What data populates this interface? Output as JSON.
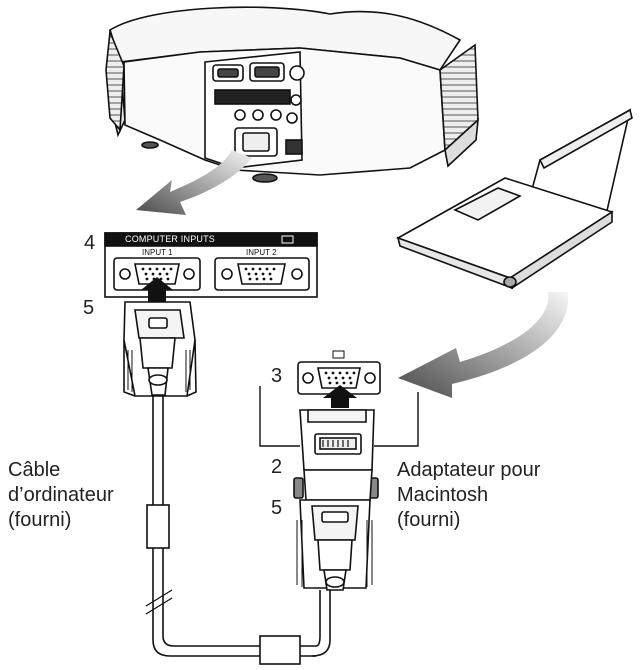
{
  "panel": {
    "title": "COMPUTER INPUTS",
    "input1": "INPUT 1",
    "input2": "INPUT 2"
  },
  "steps": {
    "s4": "4",
    "s5_top": "5",
    "s3": "3",
    "s2": "2",
    "s5_bottom": "5"
  },
  "labels": {
    "cable": [
      "Câble",
      "d’ordinateur",
      "(fourni)"
    ],
    "adapter": [
      "Adaptateur pour",
      "Macintosh",
      "(fourni)"
    ]
  },
  "colors": {
    "line": "#111111",
    "panel_header": "#111111",
    "arrow_gradient_dark": "#555555",
    "arrow_gradient_light": "#f2f2f2"
  }
}
